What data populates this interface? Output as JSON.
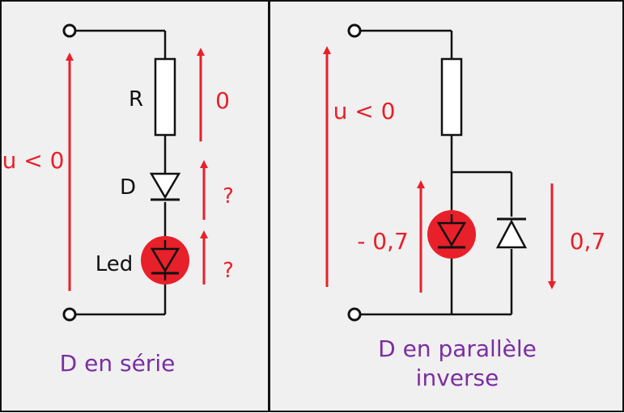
{
  "colors": {
    "panel_bg": "#f0f0f0",
    "border": "#111111",
    "wire": "#111111",
    "arrow": "#e8202a",
    "led_fill": "#e8202a",
    "caption": "#7a2ea0"
  },
  "left_panel": {
    "supply_label": "u < 0",
    "resistor_label": "R",
    "resistor_voltage": "0",
    "diode_label": "D",
    "diode_voltage": "?",
    "led_label": "Led",
    "led_voltage": "?",
    "caption": "D en série"
  },
  "right_panel": {
    "supply_label": "u < 0",
    "led_voltage": "- 0,7",
    "diode_voltage": "0,7",
    "caption_line1": "D en parallèle",
    "caption_line2": "inverse"
  }
}
